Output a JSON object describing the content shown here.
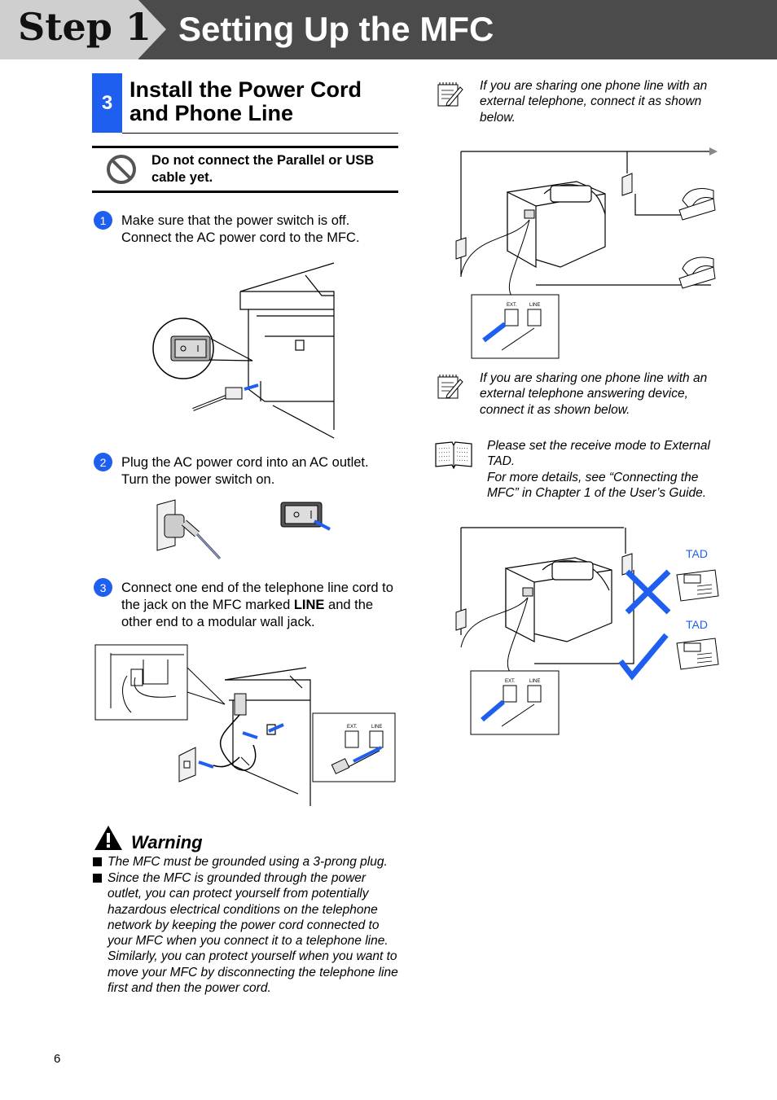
{
  "header": {
    "step_label": "Step 1",
    "title": "Setting Up the MFC"
  },
  "section": {
    "number": "3",
    "title": "Install the Power Cord and Phone Line"
  },
  "caution": {
    "icon": "prohibited-icon",
    "text": "Do not connect the Parallel or USB cable yet."
  },
  "steps": [
    {
      "badge": "1",
      "text": "Make sure that the power switch is off. Connect the AC power cord to the MFC."
    },
    {
      "badge": "2",
      "text": "Plug the AC power cord into an AC outlet. Turn the power switch on."
    },
    {
      "badge": "3",
      "text_before": "Connect one end of the telephone line cord to the jack on the MFC marked ",
      "text_bold": "LINE",
      "text_after": " and the other end to a modular wall jack."
    }
  ],
  "warning": {
    "heading": "Warning",
    "items": [
      "The MFC must be grounded using a 3-prong plug.",
      "Since the MFC is grounded through the power outlet, you can protect yourself from potentially hazardous electrical conditions on the telephone network by keeping the power cord connected to your MFC when you connect it to a telephone line. Similarly, you can protect yourself when you want to move your MFC by disconnecting the telephone line first and then the power cord."
    ]
  },
  "notes": [
    {
      "icon": "note-pencil-icon",
      "text": "If you are sharing one phone line with an external telephone, connect it as shown below."
    },
    {
      "icon": "note-pencil-icon",
      "text": "If you are sharing one phone line with an external telephone answering device, connect it as shown below."
    }
  ],
  "book_note": {
    "icon": "book-icon",
    "line1": "Please set the receive mode to External TAD.",
    "line2": "For more details, see “Connecting the MFC” in Chapter 1 of the User’s Guide."
  },
  "figure_labels": {
    "tad_top": "TAD",
    "tad_bottom": "TAD",
    "jack_ext": "EXT.",
    "jack_line": "LINE"
  },
  "colors": {
    "accent_blue": "#1f5ff0",
    "header_dark": "#4b4b4b",
    "header_light": "#cfcfcf"
  },
  "footer": {
    "page_number": "6"
  }
}
